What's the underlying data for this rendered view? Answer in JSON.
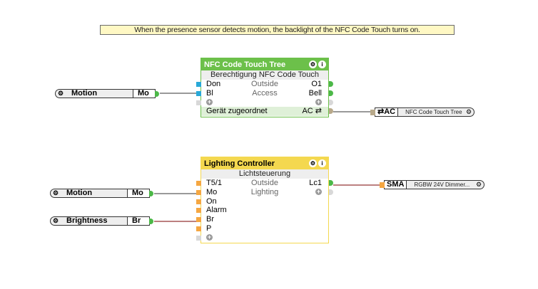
{
  "comment": "When the presence sensor detects motion, the backlight of the NFC Code Touch turns on.",
  "colors": {
    "nfc_header": "#6cc04a",
    "lighting_header": "#f4d84f",
    "port_blue": "#29a9d8",
    "port_orange": "#f5a742",
    "port_green": "#4cb848",
    "wire_black": "#333333",
    "wire_red": "#7a0000"
  },
  "nfc_block": {
    "title": "NFC Code Touch Tree",
    "subtitle": "Berechtigung NFC Code Touch",
    "inputs": [
      "Don",
      "Bl"
    ],
    "center_labels": [
      "Outside",
      "Access"
    ],
    "outputs": [
      "O1",
      "Bell"
    ],
    "footer_label": "Gerät zugeordnet",
    "footer_value": "AC",
    "settings_icon": "gear-icon",
    "info_icon": "info-icon"
  },
  "lighting_block": {
    "title": "Lighting Controller",
    "subtitle": "Lichtsteuerung",
    "inputs": [
      "T5/1",
      "Mo",
      "On",
      "Alarm",
      "Br",
      "P"
    ],
    "center_labels": [
      "Outside",
      "Lighting"
    ],
    "outputs": [
      "Lc1"
    ],
    "settings_icon": "gear-icon",
    "info_icon": "info-icon"
  },
  "input_refs": [
    {
      "name": "Motion",
      "abbr": "Mo"
    },
    {
      "name": "Motion",
      "abbr": "Mo"
    },
    {
      "name": "Brightness",
      "abbr": "Br"
    }
  ],
  "output_refs": [
    {
      "abbr": "⇄AC",
      "desc": "NFC Code Touch Tree"
    },
    {
      "abbr": "SMA",
      "desc": "RGBW 24V Dimmer..."
    }
  ]
}
